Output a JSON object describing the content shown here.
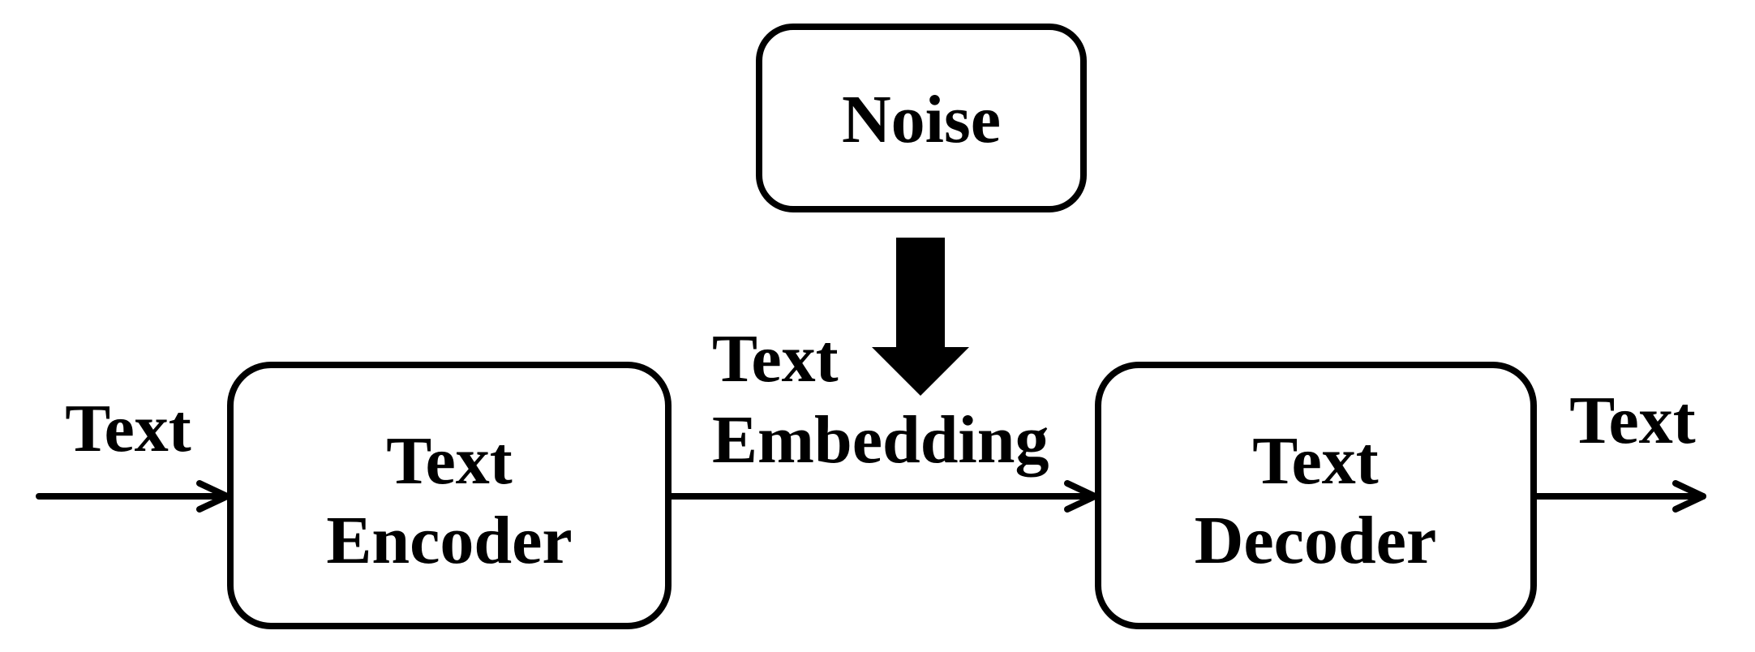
{
  "diagram": {
    "nodes": {
      "noise": {
        "label": "Noise"
      },
      "encoder": {
        "line1": "Text",
        "line2": "Encoder"
      },
      "decoder": {
        "line1": "Text",
        "line2": "Decoder"
      }
    },
    "edges": {
      "input": {
        "label": "Text"
      },
      "embedding": {
        "line1": "Text",
        "line2": "Embedding"
      },
      "output": {
        "label": "Text"
      }
    },
    "colors": {
      "stroke": "#000000",
      "background": "#ffffff"
    }
  }
}
